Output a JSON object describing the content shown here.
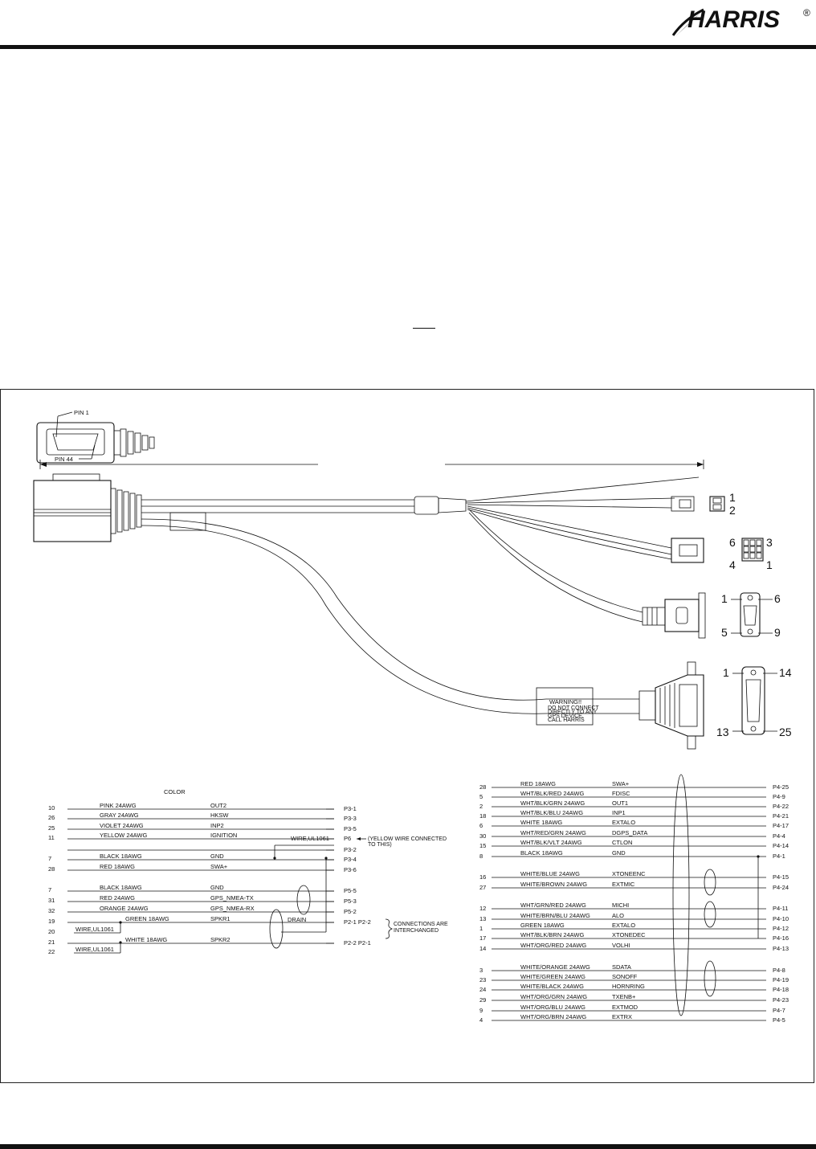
{
  "brand": {
    "name": "HARRIS",
    "mark": "®"
  },
  "callouts": {
    "pin1": "PIN 1",
    "pin44": "PIN 44"
  },
  "p1": {
    "pin_a": "1",
    "pin_b": "2"
  },
  "p2": {
    "pin_tl": "6",
    "pin_tr": "3",
    "pin_bl": "4",
    "pin_br": "1"
  },
  "p3": {
    "pin_tl": "1",
    "pin_tr": "6",
    "pin_bl": "5",
    "pin_br": "9"
  },
  "p4": {
    "pin_tl": "1",
    "pin_tr": "14",
    "pin_bl": "13",
    "pin_br": "25"
  },
  "warning": {
    "title": "WARNING!!",
    "lines": [
      "DO NOT CONNECT",
      "DIRECTLY TO ANY",
      "GPS DEVICE.",
      "CALL HARRIS"
    ]
  },
  "left_table": {
    "header": "COLOR",
    "rows": [
      {
        "pin": "10",
        "wire": "PINK 24AWG",
        "signal": "OUT2",
        "dest": "P3-1"
      },
      {
        "pin": "26",
        "wire": "GRAY 24AWG",
        "signal": "HKSW",
        "dest": "P3-3"
      },
      {
        "pin": "25",
        "wire": "VIOLET 24AWG",
        "signal": "INP2",
        "dest": "P3-5"
      },
      {
        "pin": "11",
        "wire": "YELLOW 24AWG",
        "signal": "IGNITION",
        "dest": "P6"
      },
      {
        "pin": "",
        "wire": "",
        "signal": "",
        "dest": "P3-2"
      },
      {
        "pin": "7",
        "wire": "BLACK 18AWG",
        "signal": "GND",
        "dest": "P3-4"
      },
      {
        "pin": "28",
        "wire": "RED 18AWG",
        "signal": "SWA+",
        "dest": "P3-6"
      },
      {
        "pin": "7",
        "wire": "BLACK 18AWG",
        "signal": "GND",
        "dest": "P5-5"
      },
      {
        "pin": "31",
        "wire": "RED 24AWG",
        "signal": "GPS_NMEA-TX",
        "dest": "P5-3"
      },
      {
        "pin": "32",
        "wire": "ORANGE 24AWG",
        "signal": "GPS_NMEA-RX",
        "dest": "P5-2"
      },
      {
        "pin": "19",
        "wire": "GREEN 18AWG",
        "signal": "SPKR1",
        "dest": "P2-1 P2-2"
      },
      {
        "pin": "20",
        "wire": "WIRE,UL1061",
        "signal": "",
        "dest": ""
      },
      {
        "pin": "21",
        "wire": "WHITE 18AWG",
        "signal": "SPKR2",
        "dest": "P2-2 P2-1"
      },
      {
        "pin": "22",
        "wire": "WIRE,UL1061",
        "signal": "",
        "dest": ""
      }
    ],
    "wire_note": "WIRE,UL1061",
    "yellow_note_1": "(YELLOW WIRE CONNECTED",
    "yellow_note_2": "TO THIS)",
    "drain": "DRAIN",
    "interchange_1": "CONNECTIONS ARE",
    "interchange_2": "INTERCHANGED"
  },
  "right_table": {
    "rows": [
      {
        "pin": "28",
        "wire": "RED 18AWG",
        "signal": "SWA+",
        "dest": "P4-25"
      },
      {
        "pin": "5",
        "wire": "WHT/BLK/RED 24AWG",
        "signal": "FDISC",
        "dest": "P4-9"
      },
      {
        "pin": "2",
        "wire": "WHT/BLK/GRN 24AWG",
        "signal": "OUT1",
        "dest": "P4-22"
      },
      {
        "pin": "18",
        "wire": "WHT/BLK/BLU 24AWG",
        "signal": "INP1",
        "dest": "P4-21"
      },
      {
        "pin": "6",
        "wire": "WHITE 18AWG",
        "signal": "EXTALO",
        "dest": "P4-17"
      },
      {
        "pin": "30",
        "wire": "WHT/RED/GRN 24AWG",
        "signal": "DGPS_DATA",
        "dest": "P4-4"
      },
      {
        "pin": "15",
        "wire": "WHT/BLK/VLT 24AWG",
        "signal": "CTLON",
        "dest": "P4-14"
      },
      {
        "pin": "8",
        "wire": "BLACK 18AWG",
        "signal": "GND",
        "dest": "P4-1"
      },
      {
        "pin": "16",
        "wire": "WHITE/BLUE 24AWG",
        "signal": "XTONEENC",
        "dest": "P4-15"
      },
      {
        "pin": "27",
        "wire": "WHITE/BROWN 24AWG",
        "signal": "EXTMIC",
        "dest": "P4-24"
      },
      {
        "pin": "12",
        "wire": "WHT/GRN/RED 24AWG",
        "signal": "MICHI",
        "dest": "P4-11"
      },
      {
        "pin": "13",
        "wire": "WHITE/BRN/BLU 24AWG",
        "signal": "ALO",
        "dest": "P4-10"
      },
      {
        "pin": "1",
        "wire": "GREEN 18AWG",
        "signal": "EXTALO",
        "dest": "P4-12"
      },
      {
        "pin": "17",
        "wire": "WHT/BLK/BRN 24AWG",
        "signal": "XTONEDEC",
        "dest": "P4-16"
      },
      {
        "pin": "14",
        "wire": "WHT/ORG/RED 24AWG",
        "signal": "VOLHI",
        "dest": "P4-13"
      },
      {
        "pin": "3",
        "wire": "WHITE/ORANGE 24AWG",
        "signal": "SDATA",
        "dest": "P4-8"
      },
      {
        "pin": "23",
        "wire": "WHITE/GREEN 24AWG",
        "signal": "SONOFF",
        "dest": "P4-19"
      },
      {
        "pin": "24",
        "wire": "WHITE/BLACK 24AWG",
        "signal": "HORNRING",
        "dest": "P4-18"
      },
      {
        "pin": "29",
        "wire": "WHT/ORG/GRN 24AWG",
        "signal": "TXENB+",
        "dest": "P4-23"
      },
      {
        "pin": "9",
        "wire": "WHT/ORG/BLU 24AWG",
        "signal": "EXTMOD",
        "dest": "P4-7"
      },
      {
        "pin": "4",
        "wire": "WHT/ORG/BRN 24AWG",
        "signal": "EXTRX",
        "dest": "P4-5"
      }
    ]
  }
}
